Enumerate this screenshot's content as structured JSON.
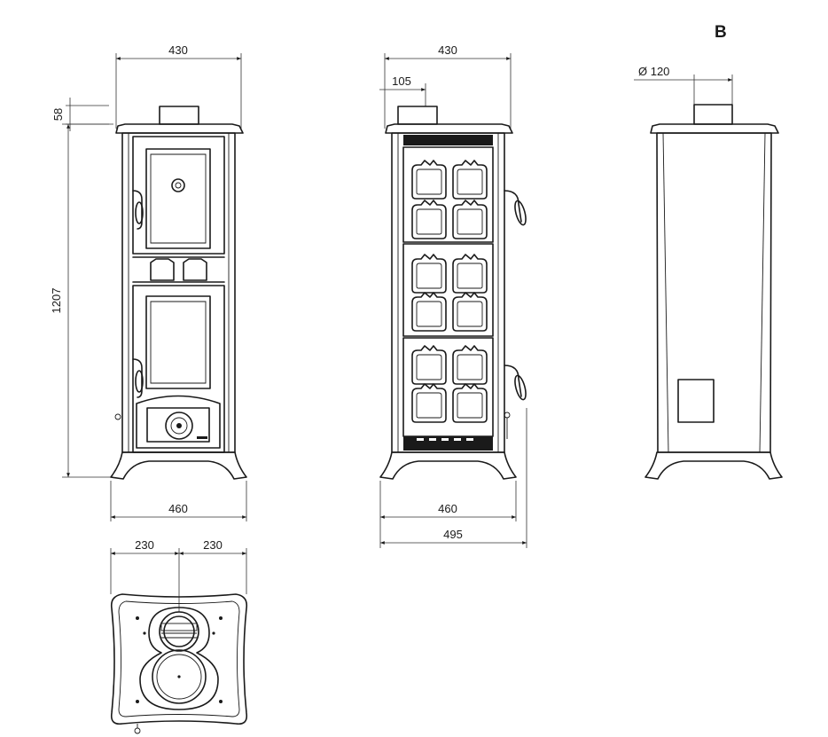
{
  "header": {
    "label": "B"
  },
  "front_view": {
    "width_top": "430",
    "width_base": "460",
    "height": "1207",
    "top_gap": "58"
  },
  "side_view": {
    "width_top": "430",
    "flue_offset": "105",
    "width_base": "460",
    "depth_total": "495"
  },
  "back_view": {
    "flue_diameter": "Ø 120"
  },
  "top_view": {
    "half_left": "230",
    "half_right": "230"
  },
  "colors": {
    "line": "#1a1a1a",
    "background": "#ffffff"
  }
}
